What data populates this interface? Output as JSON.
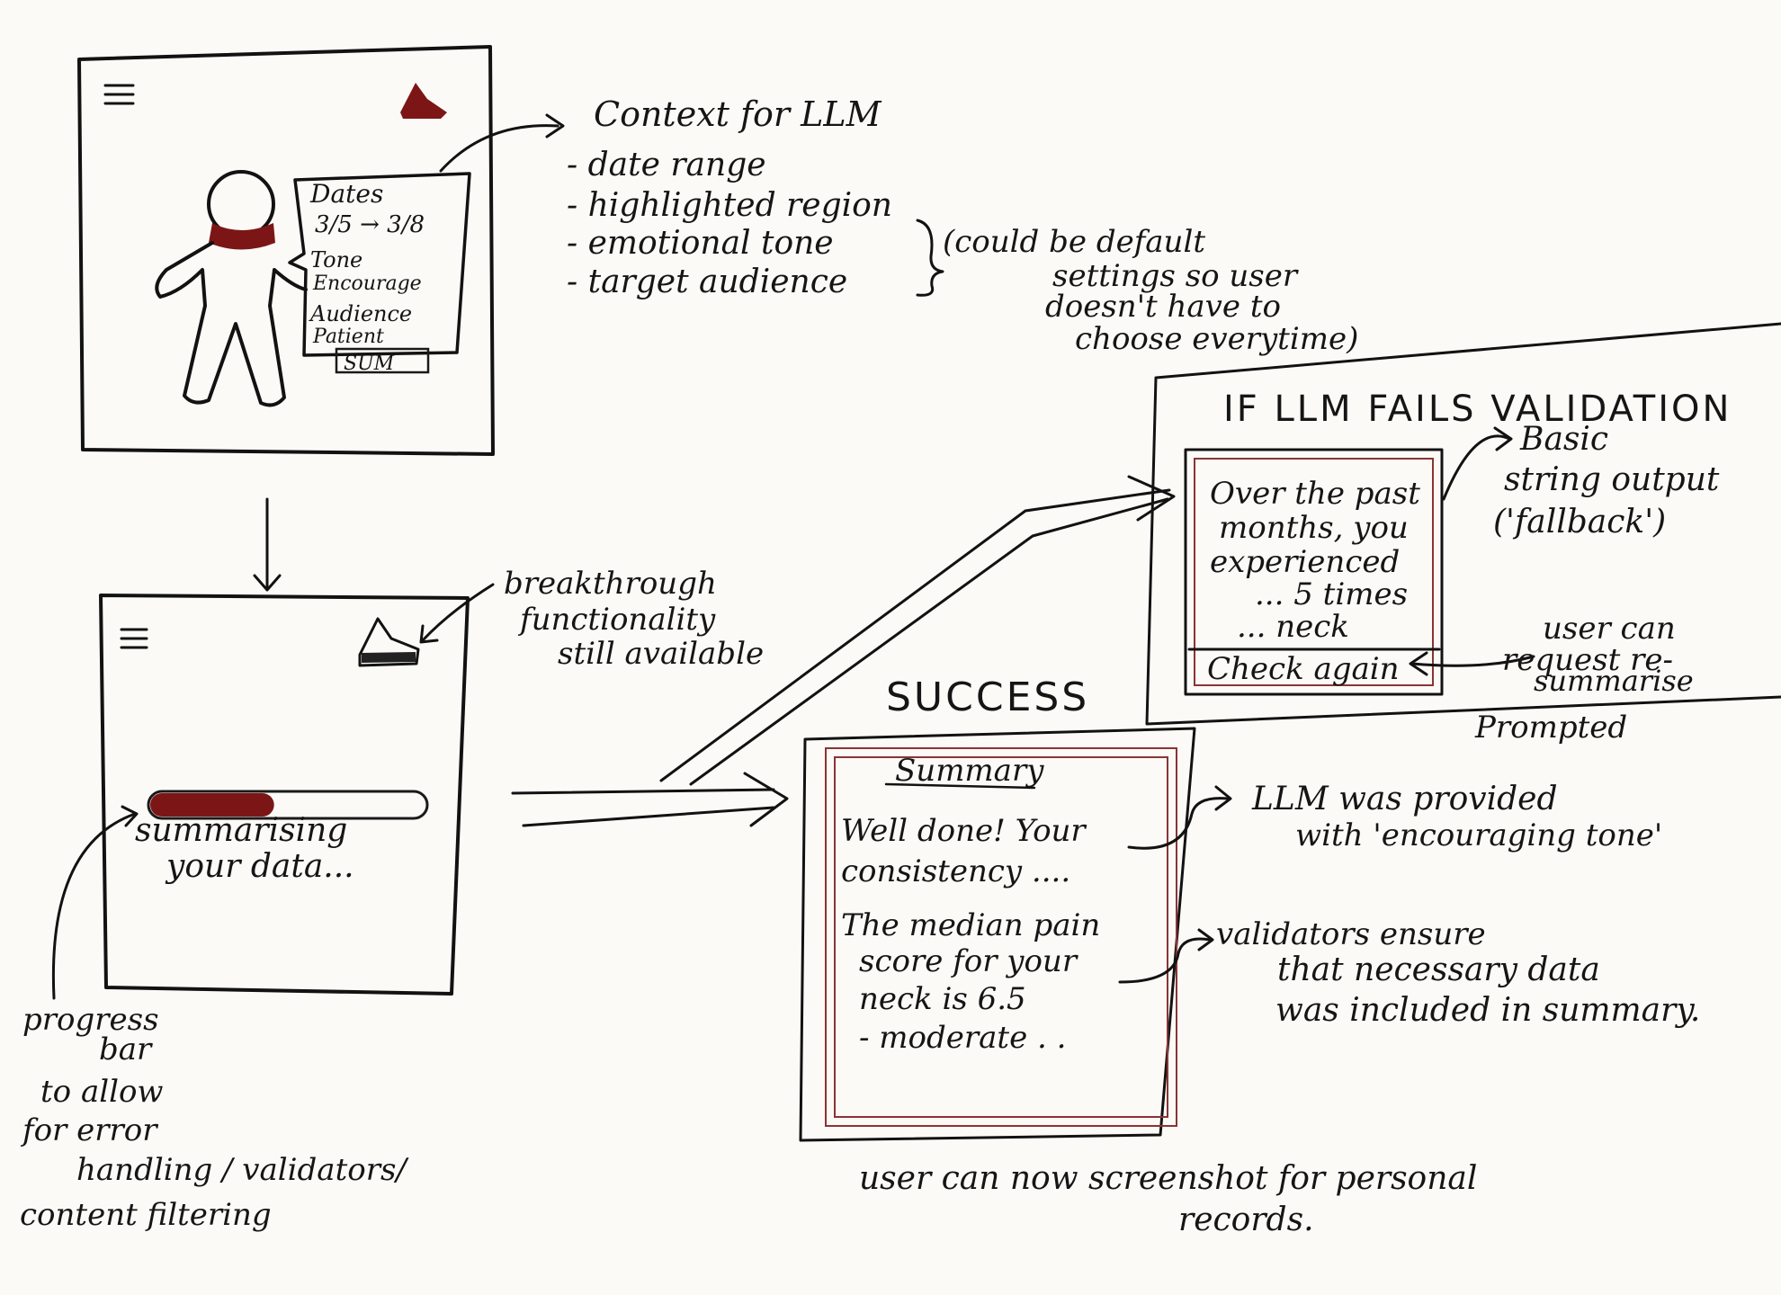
{
  "screen1": {
    "icons": {
      "menu": "hamburger-menu-icon",
      "hat": "hat-icon",
      "body": "body-map-figure"
    },
    "popup": {
      "dates_heading": "Dates",
      "date_range": "3/5 → 3/8",
      "tone_heading": "Tone",
      "tone_option": "Encourage",
      "audience_heading": "Audience",
      "audience_option": "Patient",
      "sum_button": "SUM"
    }
  },
  "context_note": {
    "title": "Context for LLM",
    "items": [
      "- date range",
      "- highlighted region",
      "- emotional tone",
      "- target audience"
    ],
    "brace_note": [
      "(could be default",
      "settings so user",
      "doesn't have to",
      "choose everytime)"
    ]
  },
  "screen2": {
    "icons": {
      "menu": "hamburger-menu-icon",
      "hat": "hat-icon"
    },
    "progress": 0.45,
    "status_text": [
      "summarising",
      "your data..."
    ]
  },
  "breakthrough_note": [
    "breakthrough",
    "functionality",
    "still available"
  ],
  "progress_note": [
    "progress",
    "bar",
    "to allow",
    "for error",
    "handling / validators/",
    "content filtering"
  ],
  "fail_panel": {
    "title": "IF LLM FAILS VALIDATION",
    "message": [
      "Over the past",
      "months, you",
      "experienced",
      "... 5 times",
      "... neck"
    ],
    "button": "Check again"
  },
  "fallback_note": [
    "Basic",
    "string output",
    "('fallback')"
  ],
  "resummarise_note": [
    "user can",
    "request re-",
    "summarise"
  ],
  "success_panel": {
    "title": "SUCCESS",
    "summary_heading": "Summary",
    "lines": [
      "Well done! Your",
      "consistency ....",
      "The median pain",
      "score for your",
      "neck is 6.5",
      "- moderate . ."
    ]
  },
  "prompted_note": [
    "Prompted",
    "LLM was provided",
    "with 'encouraging tone'"
  ],
  "validators_note": [
    "validators ensure",
    "that necessary data",
    "was included in summary."
  ],
  "screenshot_note": [
    "user can now screenshot for personal",
    "records."
  ],
  "colors": {
    "ink": "#151515",
    "accent": "#7c1616",
    "paper": "#fbfaf6"
  }
}
